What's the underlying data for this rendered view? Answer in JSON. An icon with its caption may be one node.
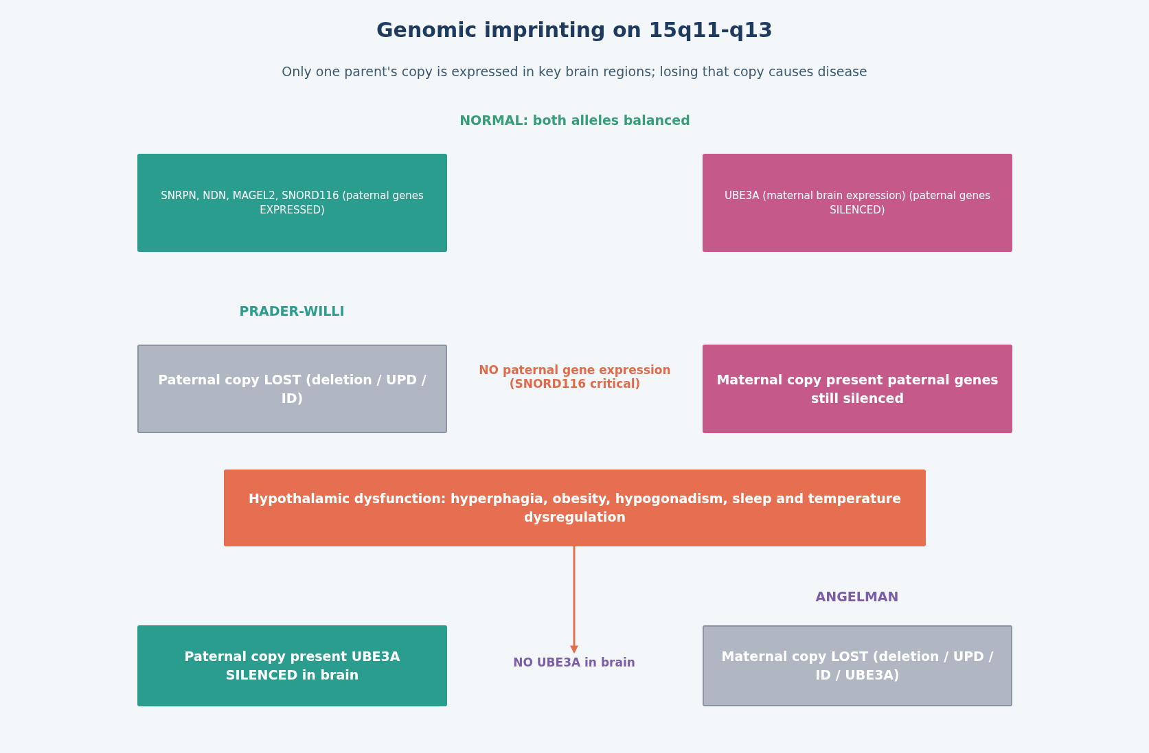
{
  "diagram": {
    "title": "Genomic imprinting on 15q11-q13",
    "caption": "Only one parent's copy is expressed in key brain regions; losing that copy causes disease",
    "nodes": [
      {
        "text": [
          "SNRPN, NDN, MAGEL2, SNORD116 (paternal genes EXPRESSED)"
        ]
      },
      {
        "text": [
          "UBE3A (maternal brain expression) (paternal genes SILENCED)"
        ]
      },
      {
        "text": [
          "Paternal copy LOST (deletion / UPD / ID)"
        ]
      },
      {
        "text": [
          "Maternal copy present paternal genes still silenced"
        ]
      },
      {
        "text": [
          "Hypothalamic dysfunction: hyperphagia, obesity, hypogonadism, sleep and temperature dysregulation"
        ]
      },
      {
        "text": [
          "Paternal copy present UBE3A SILENCED in brain"
        ]
      },
      {
        "text": [
          "NO UBE3A in brain"
        ]
      },
      {
        "text": [
          "Maternal copy LOST (deletion / UPD / ID / UBE3A)"
        ]
      }
    ],
    "edges": [
      {
        "from": 4,
        "to": 6,
        "arrow": "to",
        "color": "#e76f51"
      }
    ],
    "labels": [
      "NORMAL: both alleles balanced",
      "PRADER-WILLI",
      "NO paternal gene expression (SNORD116 critical)",
      "ANGELMAN"
    ]
  }
}
